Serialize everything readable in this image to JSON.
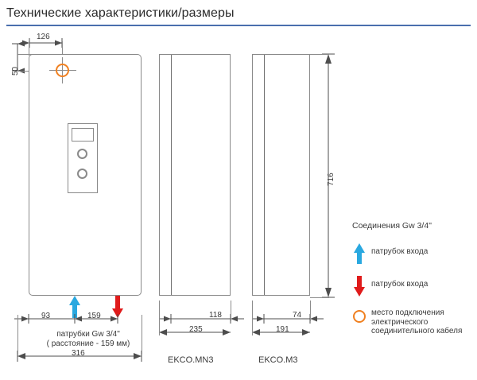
{
  "page": {
    "title": "Технические характеристики/размеры",
    "accent_color": "#4a6fae",
    "line_color": "#4d4d4d",
    "inlet_color": "#29A8E0",
    "outlet_color": "#E01B1B",
    "cable_marker_color": "#F08020"
  },
  "front_view": {
    "dimensions": {
      "top_offset_x": "126",
      "top_offset_y": "50",
      "left_segment": "93",
      "port_spacing": "159",
      "total_width": "316"
    },
    "ports_note_line1": "патрубки Gw 3/4\"",
    "ports_note_line2": "( расстояние - 159 мм)",
    "inlet_marker": "inlet-arrow-up",
    "outlet_marker": "outlet-arrow-down",
    "cable_marker": "cable-entry-circle",
    "control_panel": {
      "display": "display-window",
      "knob_top": "knob-upper",
      "knob_bottom": "knob-lower"
    }
  },
  "height_dimension": {
    "value": "716"
  },
  "side_views": [
    {
      "id": "mn3",
      "label": "EKCO.MN3",
      "depth_inner": "118",
      "depth_total": "235"
    },
    {
      "id": "m3",
      "label": "EKCO.M3",
      "depth_inner": "74",
      "depth_total": "191"
    }
  ],
  "legend": {
    "title": "Соединения  Gw 3/4\"",
    "items": [
      {
        "icon": "arrow-up-icon",
        "label": "патрубок входа",
        "color": "#29A8E0"
      },
      {
        "icon": "arrow-down-icon",
        "label": "патрубок входа",
        "color": "#E01B1B"
      },
      {
        "icon": "circle-outline-icon",
        "label_line1": "место подключения",
        "label_line2": "электрического",
        "label_line3": "соединительного кабеля",
        "color": "#F08020"
      }
    ]
  }
}
